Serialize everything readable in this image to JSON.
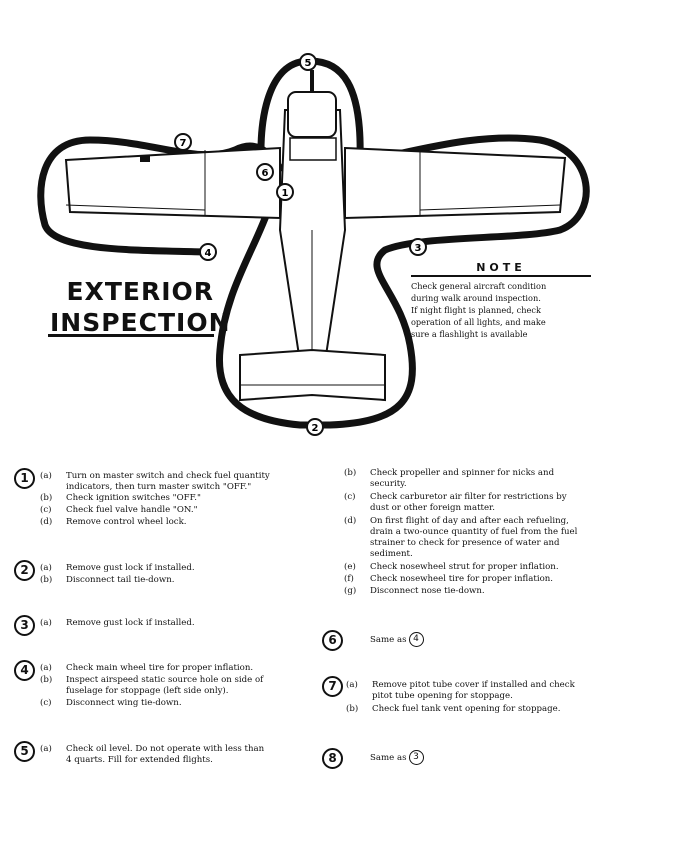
{
  "title": {
    "line1": "EXTERIOR",
    "line2": "INSPECTION"
  },
  "note": {
    "heading": "NOTE",
    "lines": [
      "Check general aircraft condition",
      "during walk around inspection.",
      "If night flight is planned, check",
      "operation of all lights, and make",
      "sure a flashlight is available"
    ]
  },
  "diagram_markers": [
    "1",
    "2",
    "3",
    "4",
    "5",
    "6",
    "7"
  ],
  "steps": [
    {
      "num": "1",
      "items": [
        {
          "letter": "(a)",
          "lines": [
            "Turn on master switch and check fuel quantity",
            "indicators, then turn master switch \"OFF.\""
          ]
        },
        {
          "letter": "(b)",
          "lines": [
            "Check ignition switches \"OFF.\""
          ]
        },
        {
          "letter": "(c)",
          "lines": [
            "Check fuel valve handle \"ON.\""
          ]
        },
        {
          "letter": "(d)",
          "lines": [
            "Remove control wheel lock."
          ]
        }
      ]
    },
    {
      "num": "2",
      "items": [
        {
          "letter": "(a)",
          "lines": [
            "Remove gust lock if installed."
          ]
        },
        {
          "letter": "(b)",
          "lines": [
            "Disconnect tail tie-down."
          ]
        }
      ]
    },
    {
      "num": "3",
      "items": [
        {
          "letter": "(a)",
          "lines": [
            "Remove gust lock if installed."
          ]
        }
      ]
    },
    {
      "num": "4",
      "items": [
        {
          "letter": "(a)",
          "lines": [
            "Check main wheel tire for proper inflation."
          ]
        },
        {
          "letter": "(b)",
          "lines": [
            "Inspect airspeed static source hole on side of",
            "fuselage for stoppage (left side only)."
          ]
        },
        {
          "letter": "(c)",
          "lines": [
            "Disconnect wing tie-down."
          ]
        }
      ]
    },
    {
      "num": "5",
      "items": [
        {
          "letter": "(a)",
          "lines": [
            "Check oil level.  Do not operate with less than",
            "4 quarts.  Fill for extended flights."
          ]
        },
        {
          "letter": "(b)",
          "lines": [
            "Check propeller and spinner for nicks and",
            "security."
          ]
        },
        {
          "letter": "(c)",
          "lines": [
            "Check carburetor air filter for restrictions by",
            "dust or other foreign matter."
          ]
        },
        {
          "letter": "(d)",
          "lines": [
            "On first flight of day and after each refueling,",
            "drain a two-ounce quantity of fuel from the fuel",
            "strainer to check for presence of water and",
            "sediment."
          ]
        },
        {
          "letter": "(e)",
          "lines": [
            "Check nosewheel strut for proper inflation."
          ]
        },
        {
          "letter": "(f)",
          "lines": [
            "Check nosewheel tire for proper inflation."
          ]
        },
        {
          "letter": "(g)",
          "lines": [
            "Disconnect nose tie-down."
          ]
        }
      ]
    },
    {
      "num": "6",
      "text": "Same as",
      "ref": "4"
    },
    {
      "num": "7",
      "items": [
        {
          "letter": "(a)",
          "lines": [
            "Remove pitot tube cover if installed and check",
            "pitot tube opening for stoppage."
          ]
        },
        {
          "letter": "(b)",
          "lines": [
            "Check fuel tank vent opening for stoppage."
          ]
        }
      ]
    },
    {
      "num": "8",
      "text": "Same as",
      "ref": "3"
    }
  ]
}
